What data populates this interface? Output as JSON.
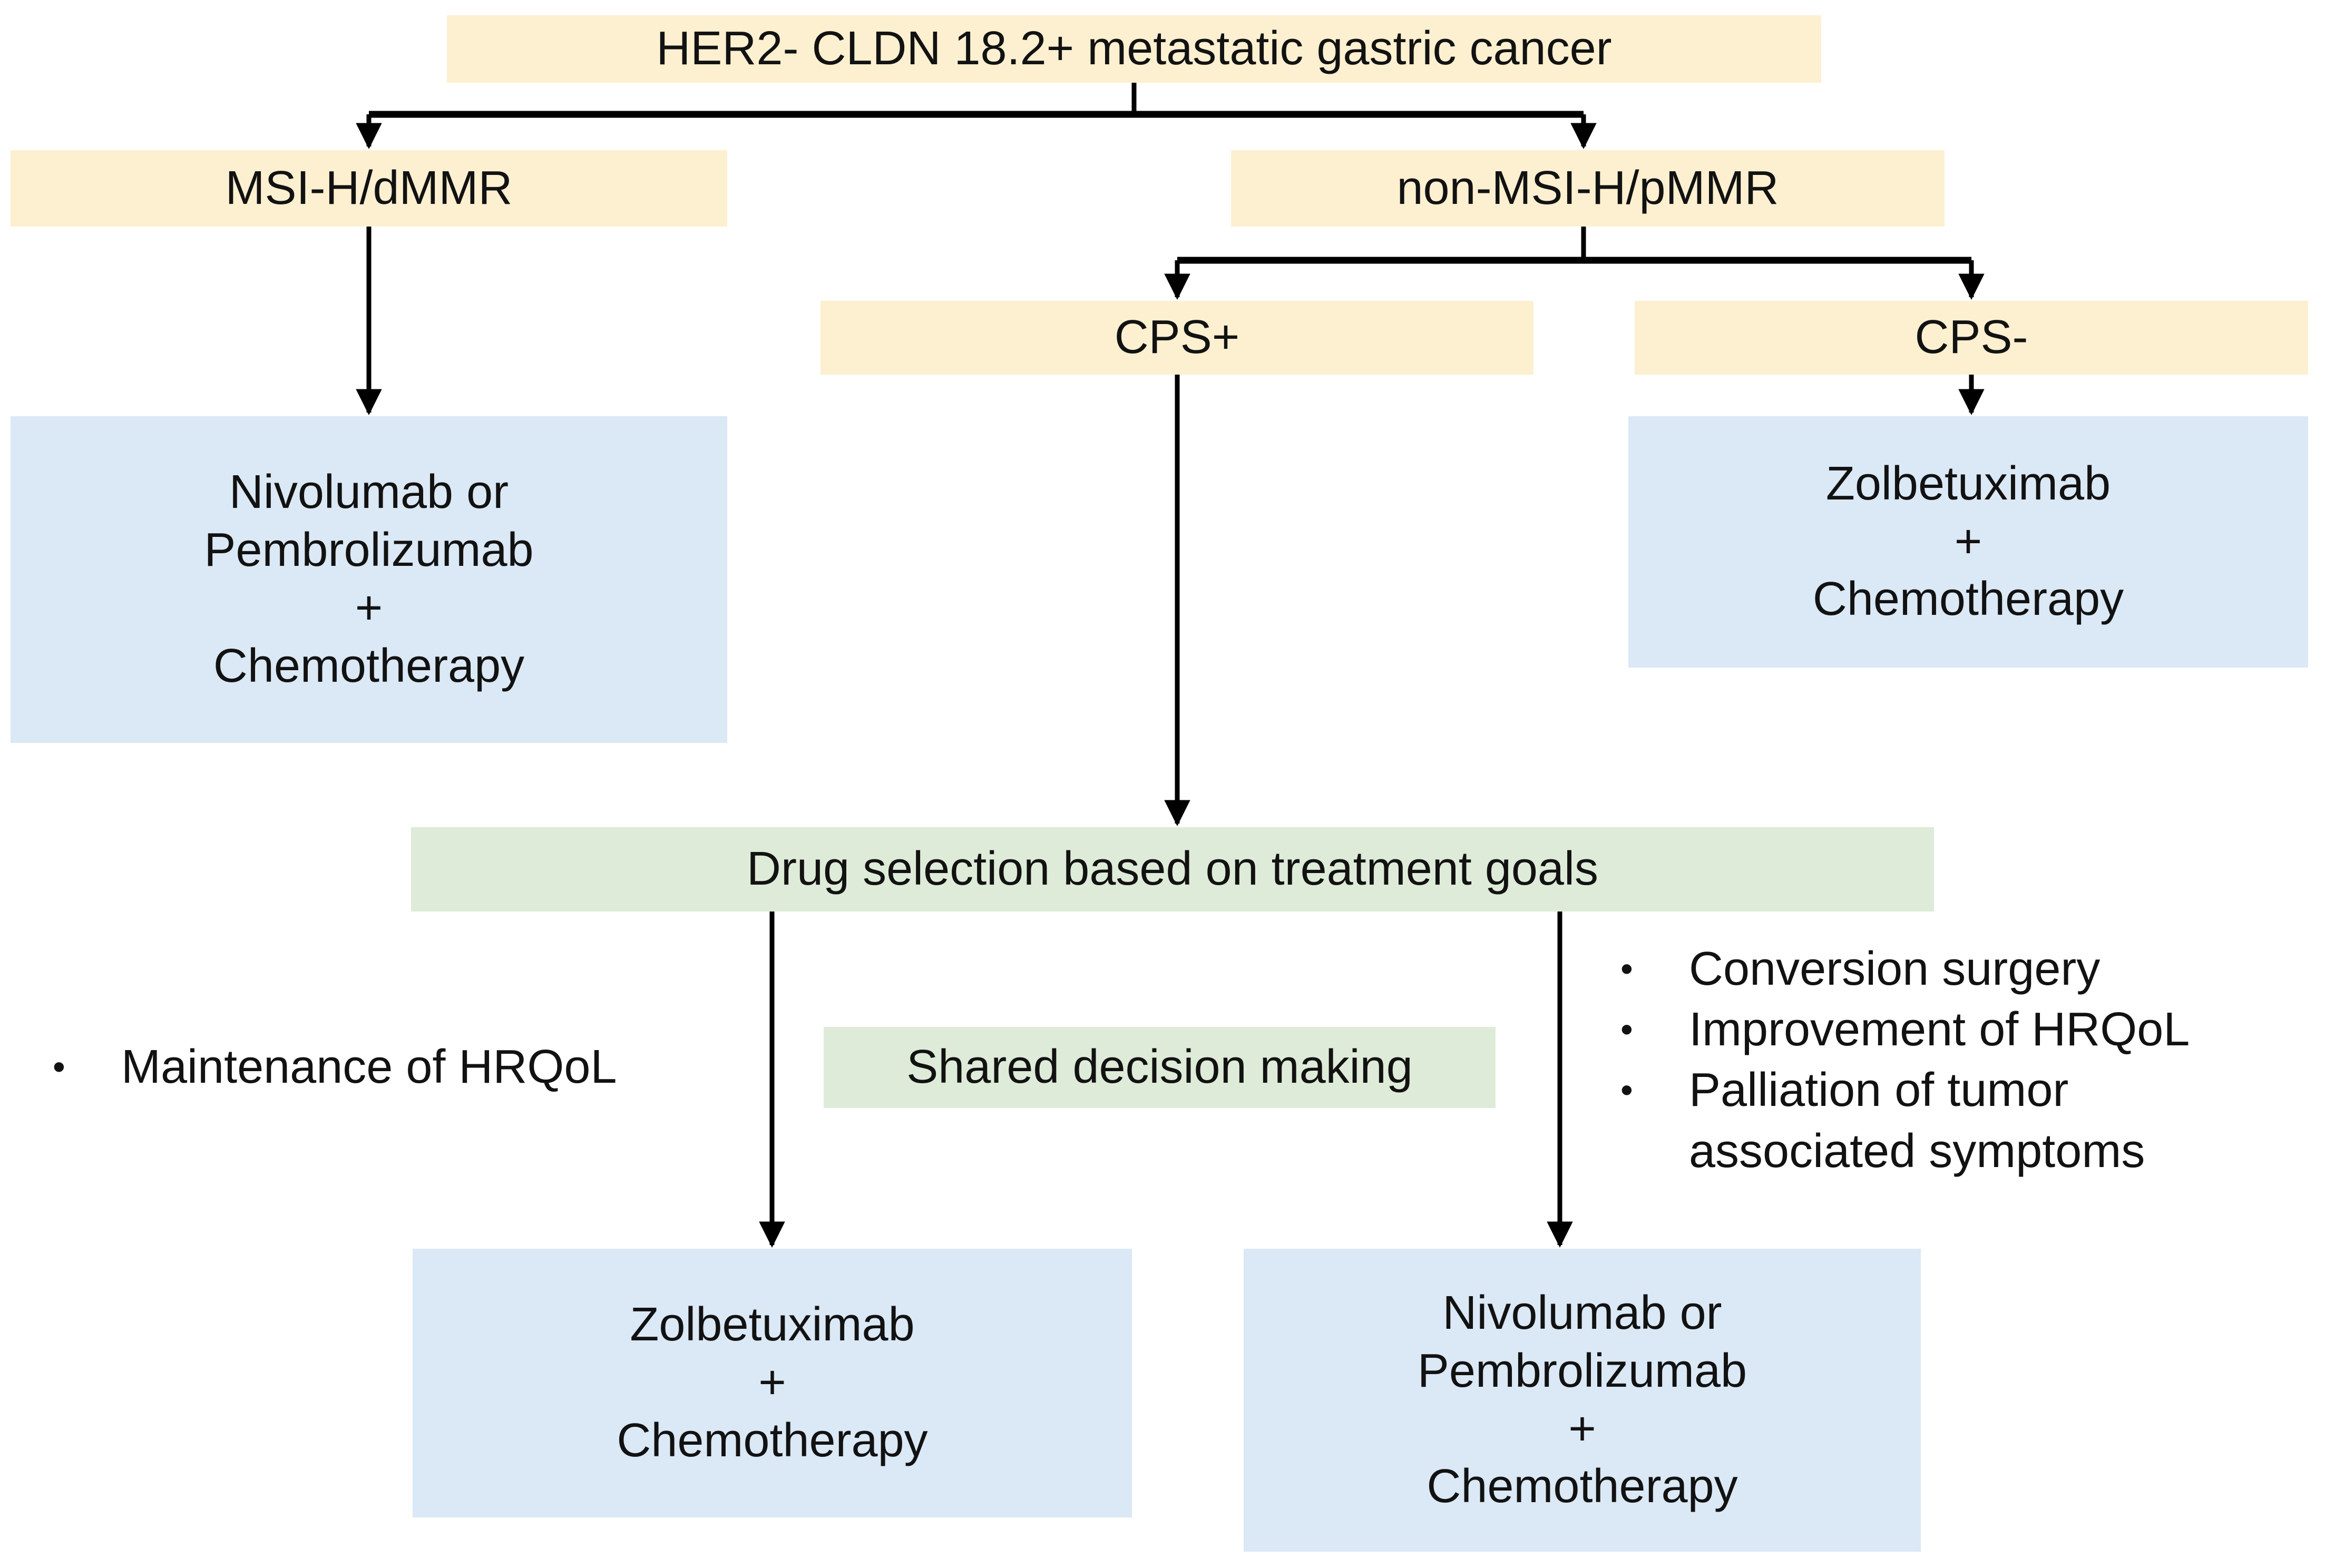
{
  "colors": {
    "node_yellow": "#FCF0D0",
    "node_blue": "#DBE8F5",
    "node_green": "#DEEBD8",
    "line": "#000000",
    "text": "#121212",
    "background": "#FFFFFF"
  },
  "title": {
    "label": "HER2- CLDN 18.2+ metastatic gastric cancer"
  },
  "nodes": {
    "msi": {
      "label": "MSI-H/dMMR"
    },
    "non_msi": {
      "label": "non-MSI-H/pMMR"
    },
    "cps_positive": {
      "label": "CPS+"
    },
    "cps_negative": {
      "label": "CPS-"
    },
    "msi_treatment": {
      "lines": [
        "Nivolumab or",
        "Pembrolizumab",
        "+",
        "Chemotherapy"
      ]
    },
    "cps_negative_treatment": {
      "lines": [
        "Zolbetuximab",
        "+",
        "Chemotherapy"
      ]
    },
    "drug_selection": {
      "label": "Drug selection based on treatment goals"
    },
    "shared_decision": {
      "label": "Shared decision making"
    },
    "goal_left_treatment": {
      "lines": [
        "Zolbetuximab",
        "+",
        "Chemotherapy"
      ]
    },
    "goal_right_treatment": {
      "lines": [
        "Nivolumab or",
        "Pembrolizumab",
        "+",
        "Chemotherapy"
      ]
    }
  },
  "bullet_glyph": "•",
  "goals": {
    "left": {
      "items": [
        "Maintenance of HRQoL"
      ]
    },
    "right": {
      "items": [
        "Conversion surgery",
        "Improvement of HRQoL",
        "Palliation of tumor associated symptoms"
      ]
    }
  }
}
